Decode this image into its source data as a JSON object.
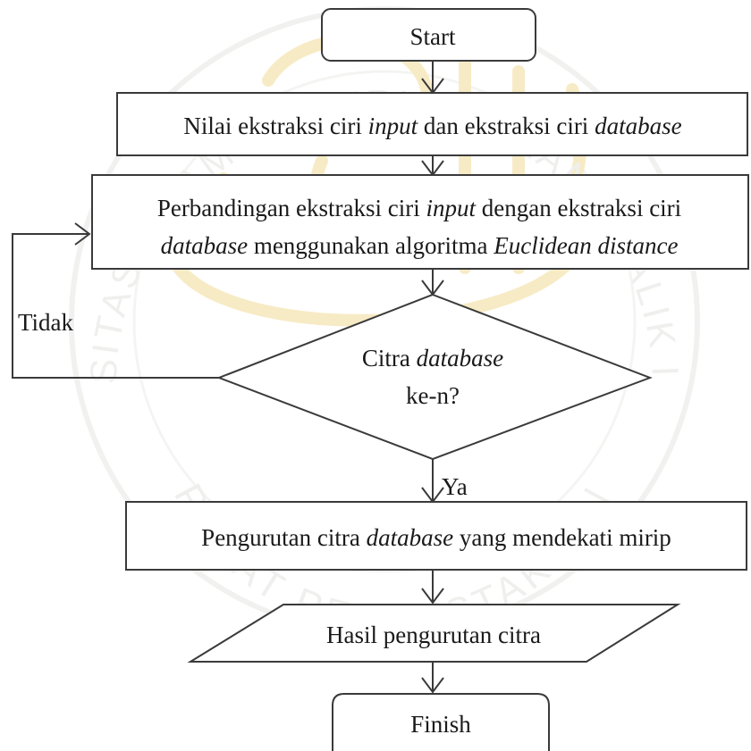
{
  "watermark": {
    "arc_top": "UNIVERSITAS ISLAM NEGERI MAULANA MALIK IBRAHIM",
    "arc_bottom": "PUSAT PERPUSTAKAAN",
    "colors": {
      "emblem": "#f3e1a6",
      "text": "#e4e6e2"
    }
  },
  "nodes": {
    "start": {
      "label": "Start"
    },
    "extract": {
      "parts": [
        {
          "text": "Nilai ekstraksi ciri ",
          "italic": false
        },
        {
          "text": "input",
          "italic": true
        },
        {
          "text": " dan ekstraksi ciri ",
          "italic": false
        },
        {
          "text": "database",
          "italic": true
        }
      ]
    },
    "compare": {
      "line1": [
        {
          "text": "Perbandingan ekstraksi ciri ",
          "italic": false
        },
        {
          "text": "input",
          "italic": true
        },
        {
          "text": " dengan ekstraksi ciri",
          "italic": false
        }
      ],
      "line2": [
        {
          "text": "database",
          "italic": true
        },
        {
          "text": " menggunakan algoritma ",
          "italic": false
        },
        {
          "text": "Euclidean distance",
          "italic": true
        }
      ]
    },
    "decision": {
      "line1": [
        {
          "text": "Citra ",
          "italic": false
        },
        {
          "text": "database",
          "italic": true
        }
      ],
      "line2": "ke-n?"
    },
    "sort": {
      "parts": [
        {
          "text": "Pengurutan citra ",
          "italic": false
        },
        {
          "text": "database",
          "italic": true
        },
        {
          "text": " yang mendekati mirip",
          "italic": false
        }
      ]
    },
    "output": {
      "label": "Hasil pengurutan citra"
    },
    "finish": {
      "label": "Finish"
    }
  },
  "edges": {
    "no_label": "Tidak",
    "yes_label": "Ya"
  }
}
